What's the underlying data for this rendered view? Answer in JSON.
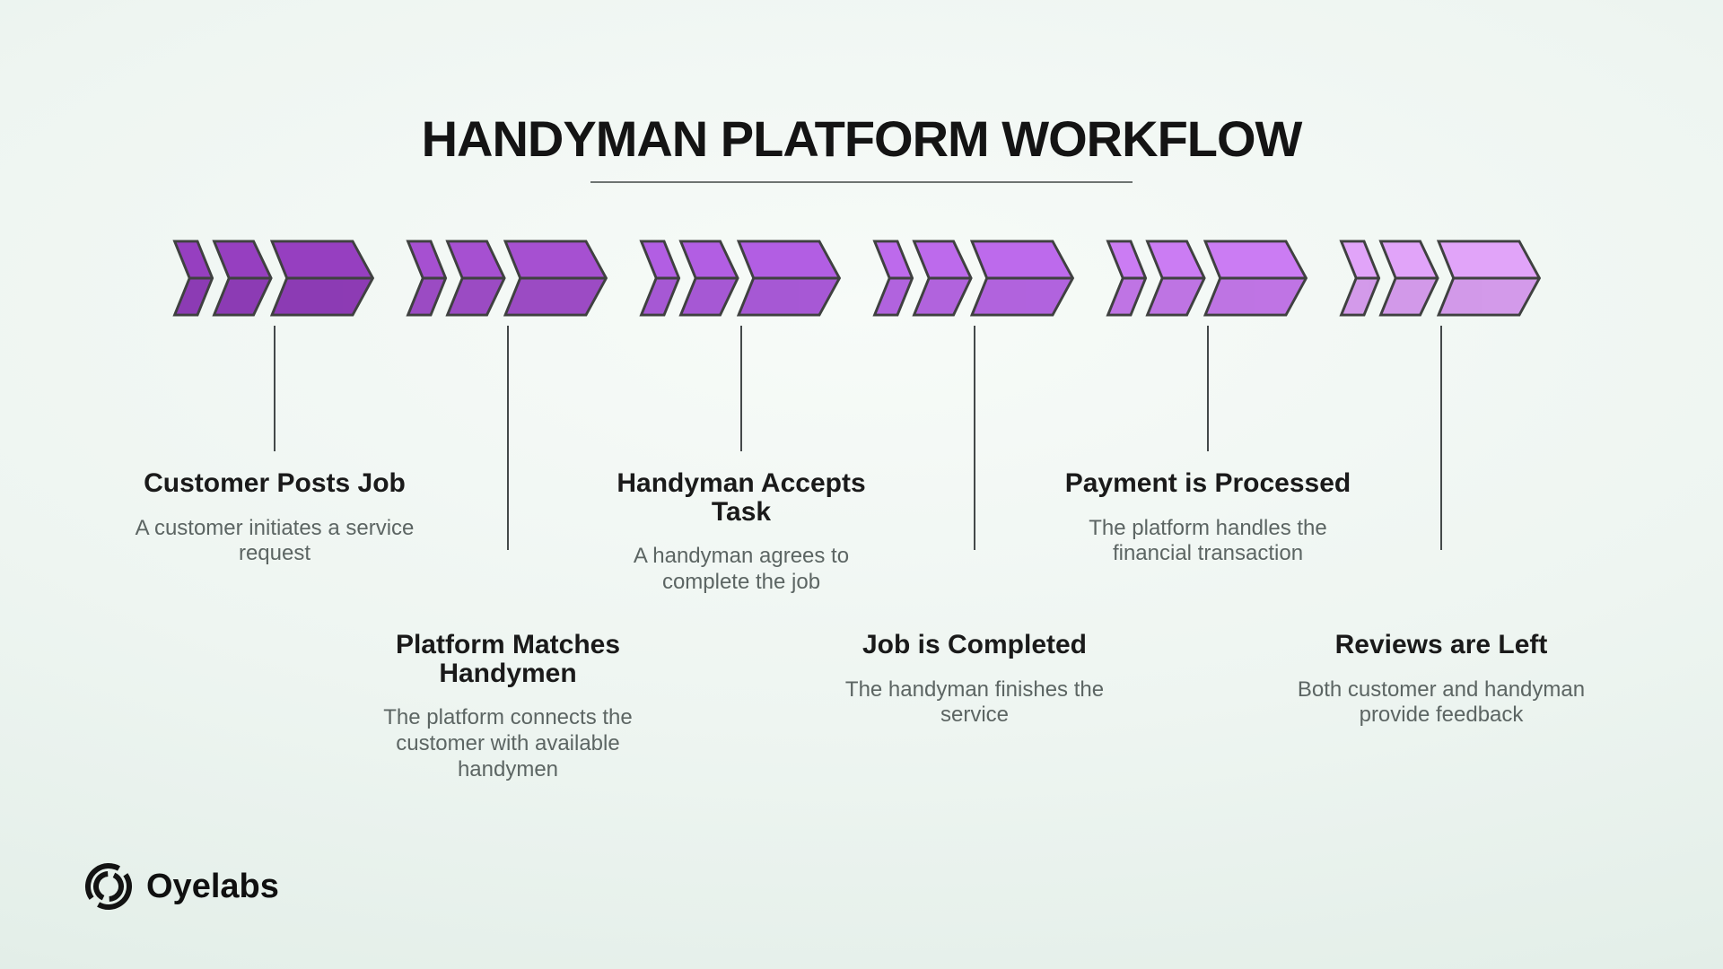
{
  "title": "HANDYMAN PLATFORM WORKFLOW",
  "steps": [
    {
      "title": "Customer Posts Job",
      "description": "A customer initiates a service request",
      "color": "#963fc0",
      "row": "top"
    },
    {
      "title": "Platform Matches Handymen",
      "description": "The platform connects the customer with available handymen",
      "color": "#a650d1",
      "row": "bottom"
    },
    {
      "title": "Handyman Accepts Task",
      "description": "A handyman agrees to complete the job",
      "color": "#b25ee3",
      "row": "top"
    },
    {
      "title": "Job is Completed",
      "description": "The handyman finishes the service",
      "color": "#bd6aec",
      "row": "bottom"
    },
    {
      "title": "Payment is Processed",
      "description": "The platform handles the financial transaction",
      "color": "#cb7cf3",
      "row": "top"
    },
    {
      "title": "Reviews are Left",
      "description": "Both customer and handyman provide feedback",
      "color": "#e1a4f9",
      "row": "bottom"
    }
  ],
  "brand": {
    "name": "Oyelabs",
    "icon": "circular-swirl-logo-icon"
  },
  "colors": {
    "background_tint": "#e8f1ec",
    "arrow_outline": "#3f4140",
    "connector_line": "#44494a",
    "title_text": "#141414",
    "step_title_text": "#1a1a1a",
    "step_description_text": "#5c6563",
    "underline": "#6e7472"
  }
}
